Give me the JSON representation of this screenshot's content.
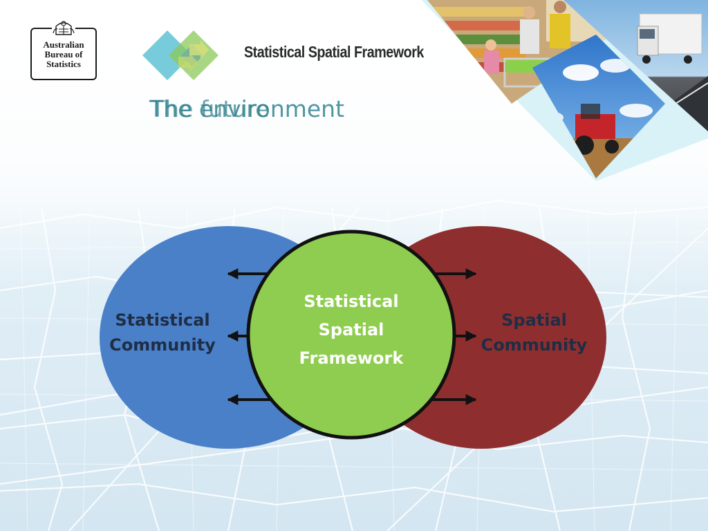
{
  "logo": {
    "organisation_lines": [
      "Australian",
      "Bureau of",
      "Statistics"
    ]
  },
  "banner": {
    "title": "Statistical Spatial Framework"
  },
  "slide": {
    "title_layer_1": "The environment",
    "title_layer_2": "The future"
  },
  "diagram": {
    "left_lines": [
      "Statistical",
      "Community"
    ],
    "center_lines": [
      "Statistical",
      "Spatial",
      "Framework"
    ],
    "right_lines": [
      "Spatial",
      "Community"
    ]
  },
  "colors": {
    "left_ellipse": "#4a80c8",
    "right_ellipse": "#8f2e2f",
    "center_circle": "#8fcd50",
    "title_teal": "#3d8a96",
    "diamond_teal": "#5fc2d5",
    "diamond_green": "#8cc85a"
  },
  "icons": [
    "abs-crest-icon",
    "ssf-diamond-logo-icon",
    "arrow-left-icon",
    "arrow-right-icon"
  ]
}
